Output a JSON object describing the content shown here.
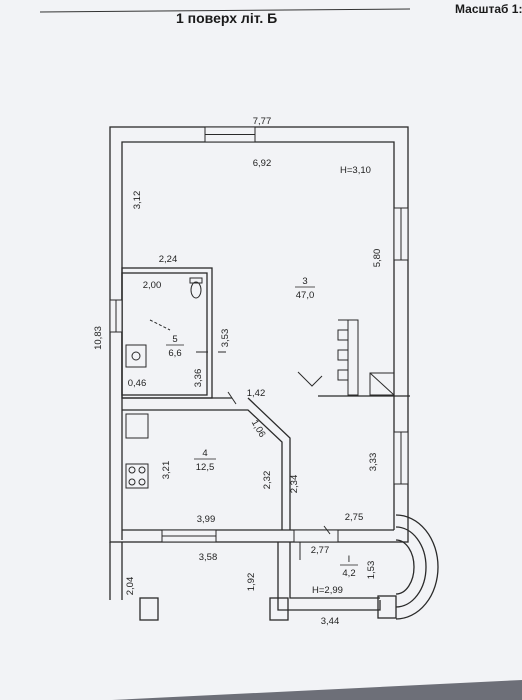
{
  "header": {
    "title": "1 поверх літ. Б",
    "scale": "Масштаб 1:"
  },
  "plan": {
    "height_main": "H=3,10",
    "height_porch": "H=2,99",
    "rooms": [
      {
        "number": "3",
        "area": "47,0"
      },
      {
        "number": "5",
        "area": "6,6"
      },
      {
        "number": "4",
        "area": "12,5"
      },
      {
        "number": "I",
        "area": "4,2"
      }
    ],
    "dimensions": {
      "outer_width": "7,77",
      "inner_width": "6,92",
      "outer_height": "10,83",
      "left_upper": "3,12",
      "right_upper": "5,80",
      "bath_width_outer": "2,24",
      "bath_width_inner": "2,00",
      "bath_height": "3,53",
      "bath_wall_left": "3,36",
      "wall_offset": "0,46",
      "kitchen_top": "1,42",
      "diagonal": "1,06",
      "kitchen_left": "3,21",
      "kitchen_right": "2,32",
      "hall_left": "2,34",
      "hall_right": "3,33",
      "kitchen_bottom": "3,99",
      "hall_bottom": "2,75",
      "terrace_width": "3,58",
      "porch_width": "2,77",
      "terrace_height": "2,04",
      "porch_left": "1,92",
      "porch_right": "1,53",
      "bottom_width": "3,44"
    }
  }
}
